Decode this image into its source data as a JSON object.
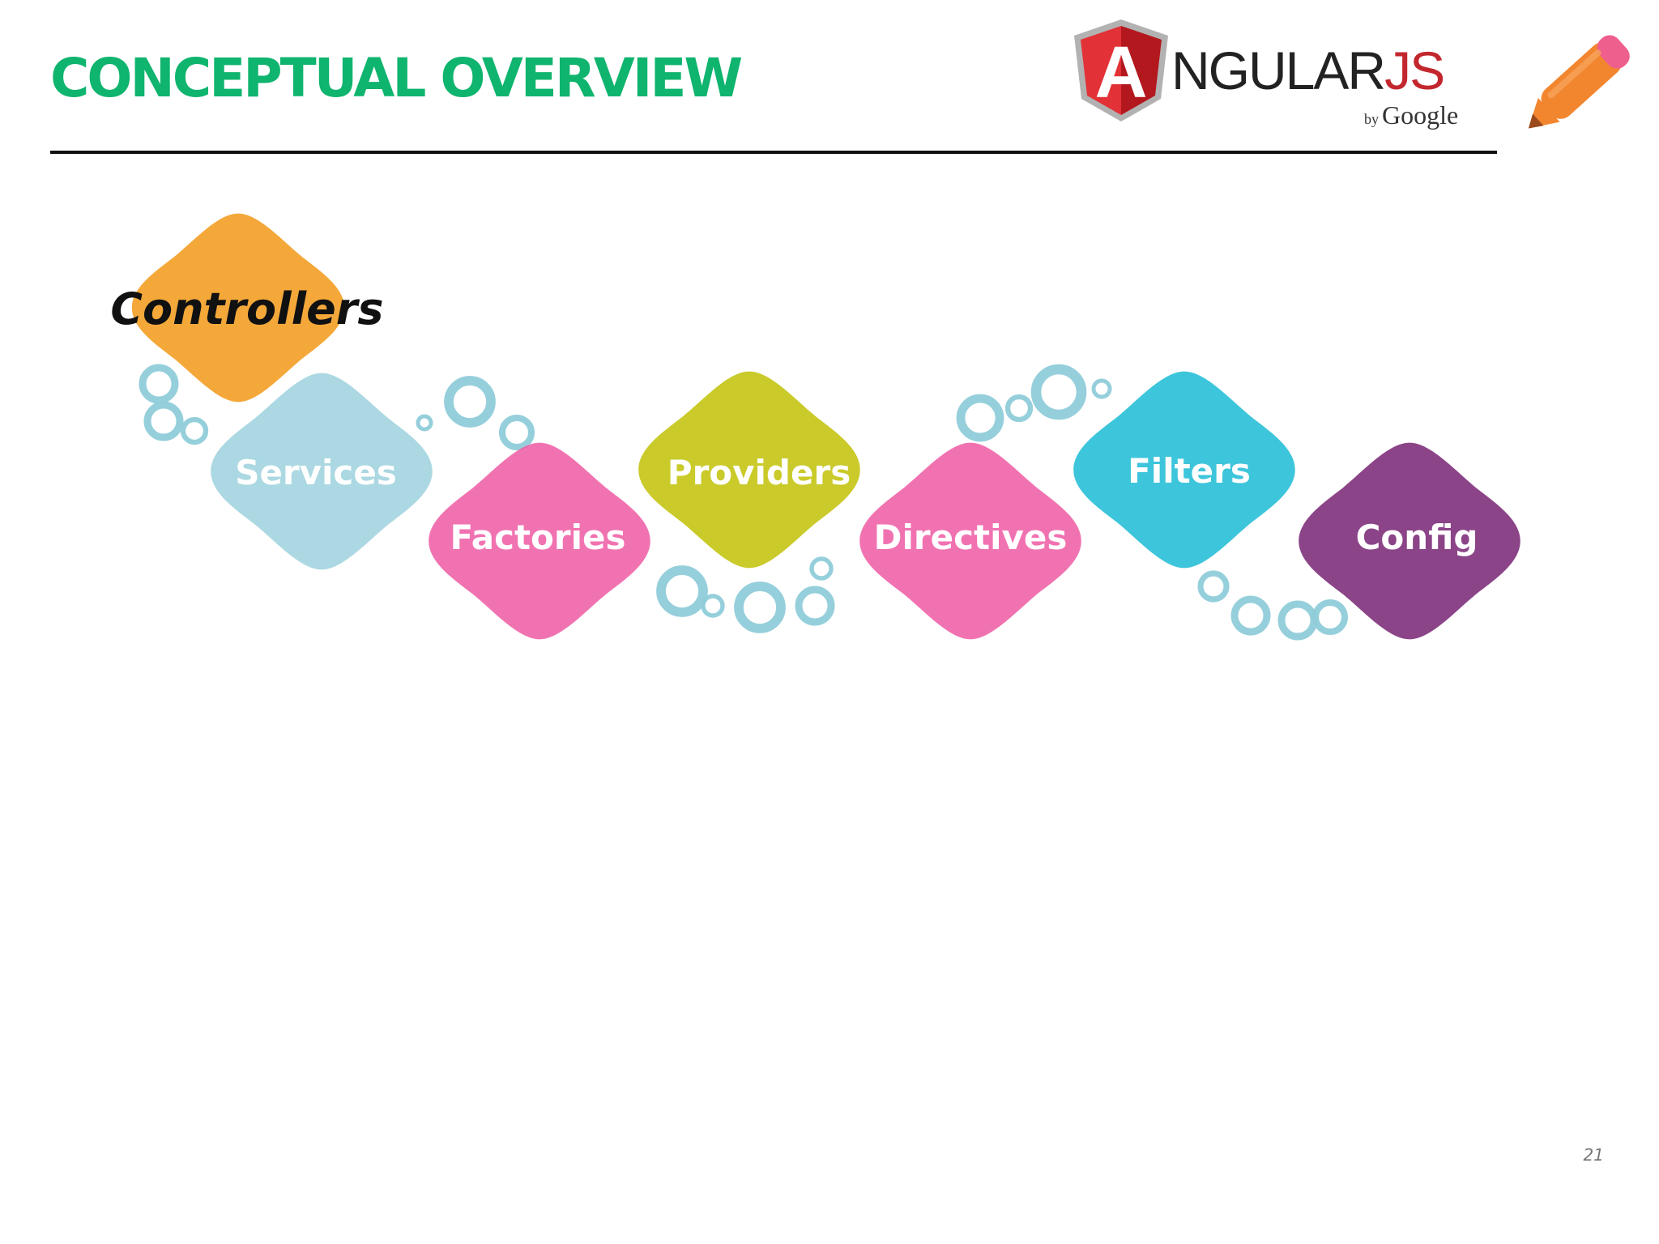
{
  "slide": {
    "title": "CONCEPTUAL OVERVIEW",
    "page_number": "21"
  },
  "logo": {
    "letter": "A",
    "word_main": "NGULAR",
    "word_accent": "JS",
    "by": "by",
    "company": "Google",
    "colors": {
      "shield_dark": "#b3181f",
      "shield_light": "#e23237",
      "shield_rim": "#b2b2b2",
      "accent": "#c3272e"
    }
  },
  "pencil_icon": {
    "name": "pencil-icon",
    "colors": {
      "body": "#f2862f",
      "eraser": "#ee5f8d",
      "tip": "#9b4a1c"
    }
  },
  "concepts": [
    {
      "id": "controllers",
      "label": "Controllers",
      "color": "#f39c1f"
    },
    {
      "id": "services",
      "label": "Services",
      "color": "#9fd3de"
    },
    {
      "id": "factories",
      "label": "Factories",
      "color": "#ef5fa6"
    },
    {
      "id": "providers",
      "label": "Providers",
      "color": "#c3c30c"
    },
    {
      "id": "directives",
      "label": "Directives",
      "color": "#ef5fa6"
    },
    {
      "id": "filters",
      "label": "Filters",
      "color": "#22bdd6"
    },
    {
      "id": "config",
      "label": "Config",
      "color": "#7b2a78"
    }
  ],
  "bubble_color": "#8fccd9",
  "title_color": "#0fb46e"
}
